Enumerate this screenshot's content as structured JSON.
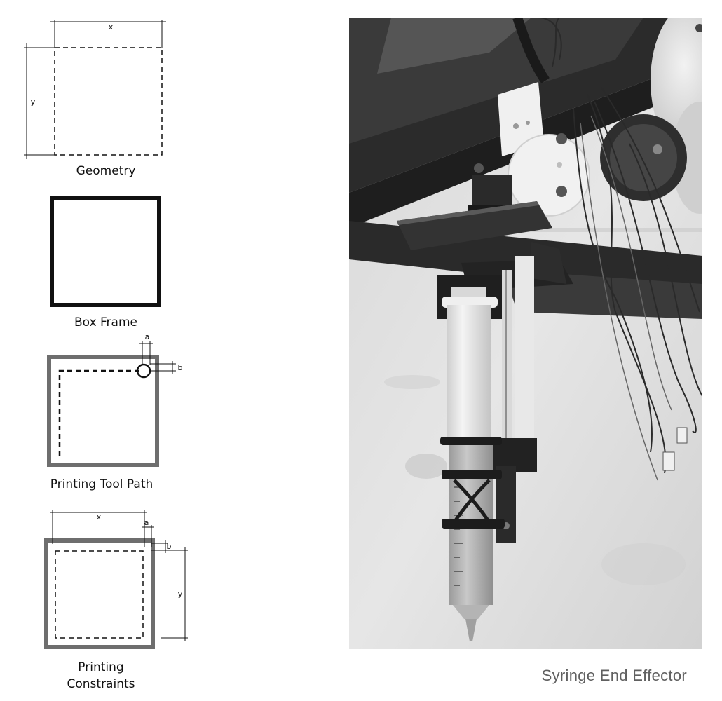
{
  "geometry": {
    "caption": "Geometry",
    "dim_x": "x",
    "dim_y": "y"
  },
  "box_frame": {
    "caption": "Box Frame"
  },
  "tool_path": {
    "caption": "Printing Tool Path",
    "dim_a": "a",
    "dim_b": "b"
  },
  "constraints": {
    "caption_line1": "Printing",
    "caption_line2": "Constraints",
    "dim_x": "x",
    "dim_y": "y",
    "dim_a": "a",
    "dim_b": "b"
  },
  "photo": {
    "caption": "Syringe End Effector"
  },
  "colors": {
    "stroke_black": "#111111",
    "frame_gray": "#6e6e6e",
    "caption_gray": "#606060"
  }
}
